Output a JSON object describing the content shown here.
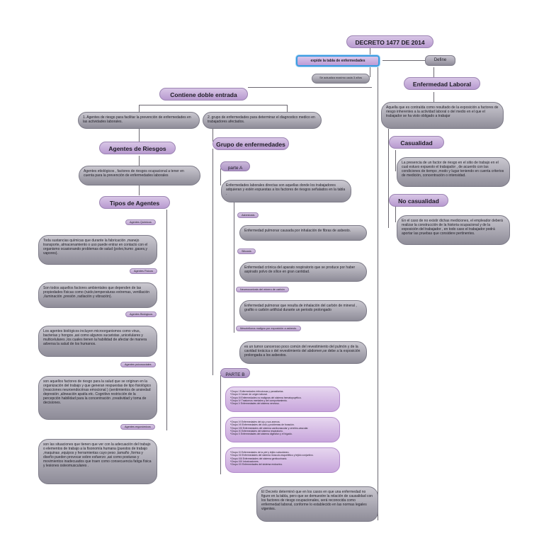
{
  "title": "DECRETO 1477 DE 2014",
  "expide": "expide la tabla de enfermedades",
  "define": "Define",
  "actualiza": "Se actualiza maximo cada 3 años",
  "contiene": "Contiene doble entrada",
  "entrada1": "1. Agentes de riesgo para facilitar la prevención de enfermedades en las actividades laborales.",
  "entrada2": "2. grupo de enfermedades para determinar el diagnostico medico en trabajadores afectados.",
  "agentes_riesgo": "Agentes de Riesgos",
  "agentes_desc": "Agentes etiológicos , factores de riesgos ocupacional a tener en cuenta para la prevención de enfermedades laborales",
  "tipos_agentes": "Tipos de Agentes",
  "agents": [
    {
      "label": "Agentes Quimicos",
      "text": "Toda sustancias químicas que durante la fabricación ,manejo transporte, almacenamiento o uso puede entrar en contacto con el organismo ocasionando problemas de salud (polvo,humo ,gases,y vapores)."
    },
    {
      "label": "Agentes Físicos",
      "text": "Son todos aquellos factores ambientales que dependen de las propiedades físicas como (ruido,temperaturas extremas, ventilación ,iluminación ,presión ,radiación y vibración)."
    },
    {
      "label": "Agentes Biológicos",
      "text": "Los agentes biológicos incluyen microorganismos como virus, bacterias y hongos ,asi como algunos sucaristas ,unicelulares y multicelulares ,los cuales tienen la habilidad de afectar de manera adversa la salud de los humanos."
    },
    {
      "label": "Agentes psicosociales",
      "text": "son aquellos factores de riesgo para la salud que se originan en la organización del trabajo y que generan respuestas de tipo fisiológico (reacciones neuroendocrinas emocional ) (sentimientos de ansiedad depresión ,alineación apatía etc. Cognitivo restricción de la percepción habilidad para la concentración ,creatividad y toma de decisiones."
    },
    {
      "label": "Agentes ergonómicos",
      "text": "son las situaciones que tienen que ver con la adecuación del trabajo o elementos de trabajo a la fisonomía humana (puestos de trabajo ,maquinas ,equipos y herramientas cuyo peso ,tamaño ,forma y diseño pueden provocar sobre esfuerzo ,asi como posturas y movimientos inadecuados que traen como consecuencia fatiga física y lesiones osteomusculares ."
    }
  ],
  "grupo_enf": "Grupo de enfermedades",
  "parte_a": "parte A",
  "parte_a_desc": "Enfermedades laborales directas son aquellas donde los trabajadores adquieran y estén expuestas a los factores de riesgos señalados en la tabla .",
  "diseases": [
    {
      "label": "Asbestosis",
      "text": "Enfermedad pulmonar causada por inhalación de fibras de asbesto."
    },
    {
      "label": "Silicosis",
      "text": "Enfermedad crónica del aparato respiratorio que se produce por haber aspirado polvo de sílice en gran cantidad."
    },
    {
      "label": "Neumoconiosis del minero de carbón",
      "text": "Enfermedad pulmonar que resulta de inhalación del carbón de mineral , grafito o carbón artificial durante un periodo prolongado"
    },
    {
      "label": "Mesotelioma maligno por exposición a asbesto.",
      "text": "es un tumor canceroso poco común del revestimiento del pulmón y de la cavidad torácica o del revestimiento del abdomen,se debe a la exposición prolongada a los asbestos."
    }
  ],
  "parte_b": "PARTE B",
  "groups": [
    [
      "*Grupo I Enfermedades infecciosas y parasitarias.",
      "*Grupo II Cáncer de origen laboral.",
      "*Grupo III Enfermedades no malignas del sistema hematopoyético.",
      "*Grupo IV Trastornos mentales y del comportamiento.",
      "*Grupo V Enfermedades del sistema nervioso."
    ],
    [
      "*Grupo VI Enfermedades del ojo y sus anexos.",
      "*Grupo VII Enfermedades del oído y problemas de fonación.",
      "*Grupo VIII Enfermedades del sistema cardiovascular y cerebro-vascular.",
      "*Grupo IX Enfermedades del sistema respiratorio.",
      "*Grupo X Enfermedades del sistema digestivo y el hígado."
    ],
    [
      "*Grupo XI Enfermedades de la piel y tejido subcutáneo.",
      "*Grupo XII Enfermedades del sistema músculo-esquelético y tejido conjuntivo.",
      "*Grupo XIII Enfermedades del sistema genitourinario.",
      "*Grupo XIV Intoxicaciones.",
      "*Grupo XV Enfermedades del sistema endocrino."
    ]
  ],
  "decreto_final": "El Decreto determinó que en los casos en que una enfermedad no figure en la tabla, pero que se demuestre la relación de causalidad con los factores de riesgo ocupacionales, será reconocida como enfermedad laboral, conforme lo establecido en las normas legales vigentes.",
  "enf_laboral": "Enfermedad Laboral",
  "enf_laboral_desc": "Aquella que es contraída como resultado de la exposición a factores de riesgo inherentes a la actividad laboral o del medio en el que el trabajador se ha visto obligado a trabajar",
  "casualidad": "Casualidad",
  "casualidad_desc": "La presencia de un factor de riesgo en el sitio de trabajo en el cual estuvo expuesto el trabajador , de acuerdo con las condiciones de tiempo ,modo y lugar teniendo en cuenta criterios de medición, concentración o intensidad.",
  "no_casualidad": "No casualidad",
  "no_casualidad_desc": "En el caso de no existir dichas mediciones, el empleador deberá realizar la construcción de la historia ocupacional y de la exposición del trabajador , en todo caso el trabajador podrá aportar las pruebas que considere pertinentes."
}
